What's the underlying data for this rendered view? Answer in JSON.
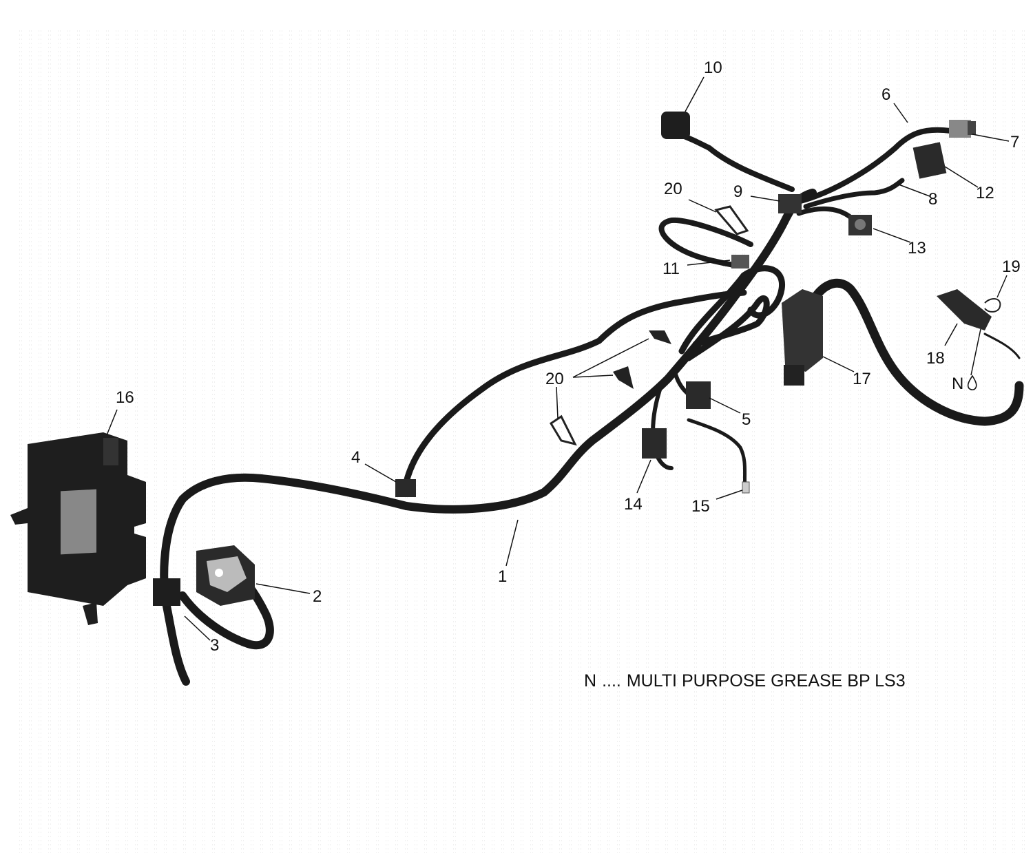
{
  "diagram": {
    "callouts": {
      "c1": "1",
      "c2": "2",
      "c3": "3",
      "c4": "4",
      "c5": "5",
      "c6": "6",
      "c7": "7",
      "c8": "8",
      "c9": "9",
      "c10": "10",
      "c11": "11",
      "c12": "12",
      "c13": "13",
      "c14": "14",
      "c15": "15",
      "c16": "16",
      "c17": "17",
      "c18": "18",
      "c19": "19",
      "c20a": "20",
      "c20b": "20",
      "cN": "N"
    },
    "legend": {
      "symbol": "N",
      "dots": "....",
      "text": "MULTI PURPOSE GREASE BP LS3"
    }
  },
  "colors": {
    "ink": "#1a1a1a",
    "connector_gray": "#555555",
    "ecu_window": "#888888",
    "background_hatch": "#cfcfcf"
  }
}
